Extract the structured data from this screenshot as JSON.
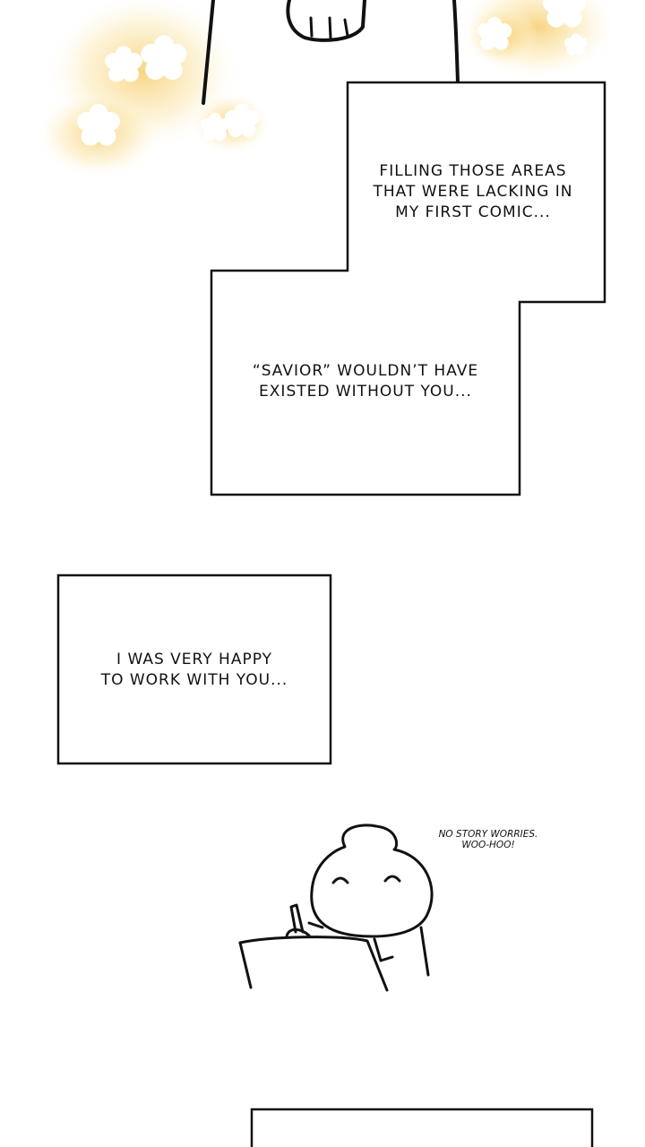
{
  "captions": {
    "panel1": [
      "Filling those areas",
      "that were lacking in",
      "my first comic..."
    ],
    "panel2": [
      "“Savior” wouldn’t have",
      "existed without you..."
    ],
    "panel3": [
      "I was very happy",
      "to work with you..."
    ]
  },
  "sfx": [
    "No story worries.",
    "Woo-hoo!"
  ],
  "colors": {
    "glow": "#f7d77a",
    "ink": "#111111"
  }
}
